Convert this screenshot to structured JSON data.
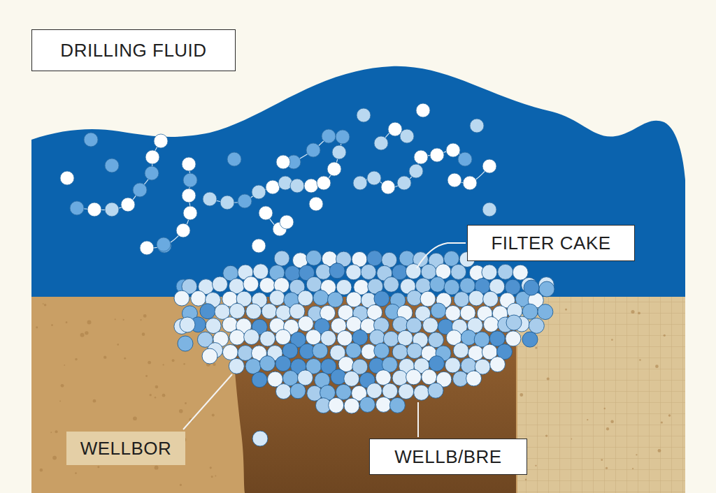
{
  "diagram": {
    "nodes": [
      {
        "text": [
          "DRILLING FLUID"
        ]
      },
      {
        "text": [
          "FILTER CAKE"
        ]
      },
      {
        "text": [
          "WELLBOR"
        ]
      },
      {
        "text": [
          "WELLB/BRE"
        ]
      }
    ]
  }
}
